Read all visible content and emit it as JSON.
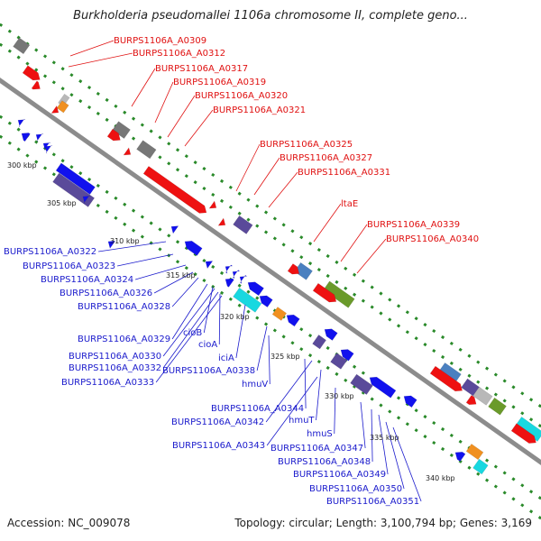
{
  "title": "Burkholderia pseudomallei 1106a chromosome II, complete geno...",
  "footer": {
    "accession": "Accession: NC_009078",
    "summary": "Topology: circular; Length: 3,100,794 bp; Genes: 3,169"
  },
  "colors": {
    "backbone": "#8c8c8c",
    "red": "#ee1111",
    "blue": "#1111ee",
    "gray": "#777777",
    "lightgray": "#b8b8b8",
    "purple": "#5a4a9a",
    "steelblue": "#4a80c0",
    "cyan": "#18d8e0",
    "orange": "#f09020",
    "olive": "#6a9a2a",
    "green_dash": "#2a8a2a",
    "red_label": "#e01010",
    "blue_label": "#1a1acc"
  },
  "ticks": [
    "300 kbp",
    "305 kbp",
    "310 kbp",
    "315 kbp",
    "320 kbp",
    "325 kbp",
    "330 kbp",
    "335 kbp",
    "340 kbp"
  ],
  "forward_genes": [
    "BURPS1106A_A0309",
    "BURPS1106A_A0312",
    "BURPS1106A_A0317",
    "BURPS1106A_A0319",
    "BURPS1106A_A0320",
    "BURPS1106A_A0321",
    "BURPS1106A_A0325",
    "BURPS1106A_A0327",
    "BURPS1106A_A0331",
    "ltaE",
    "BURPS1106A_A0339",
    "BURPS1106A_A0340"
  ],
  "reverse_genes": [
    "BURPS1106A_A0322",
    "BURPS1106A_A0323",
    "BURPS1106A_A0324",
    "BURPS1106A_A0326",
    "BURPS1106A_A0328",
    "BURPS1106A_A0329",
    "cioB",
    "cioA",
    "BURPS1106A_A0330",
    "BURPS1106A_A0332",
    "BURPS1106A_A0333",
    "iciA",
    "BURPS1106A_A0338",
    "hmuV",
    "BURPS1106A_A0344",
    "BURPS1106A_A0342",
    "hmuT",
    "hmuS",
    "BURPS1106A_A0343",
    "BURPS1106A_A0347",
    "BURPS1106A_A0348",
    "BURPS1106A_A0349",
    "BURPS1106A_A0350",
    "BURPS1106A_A0351"
  ]
}
